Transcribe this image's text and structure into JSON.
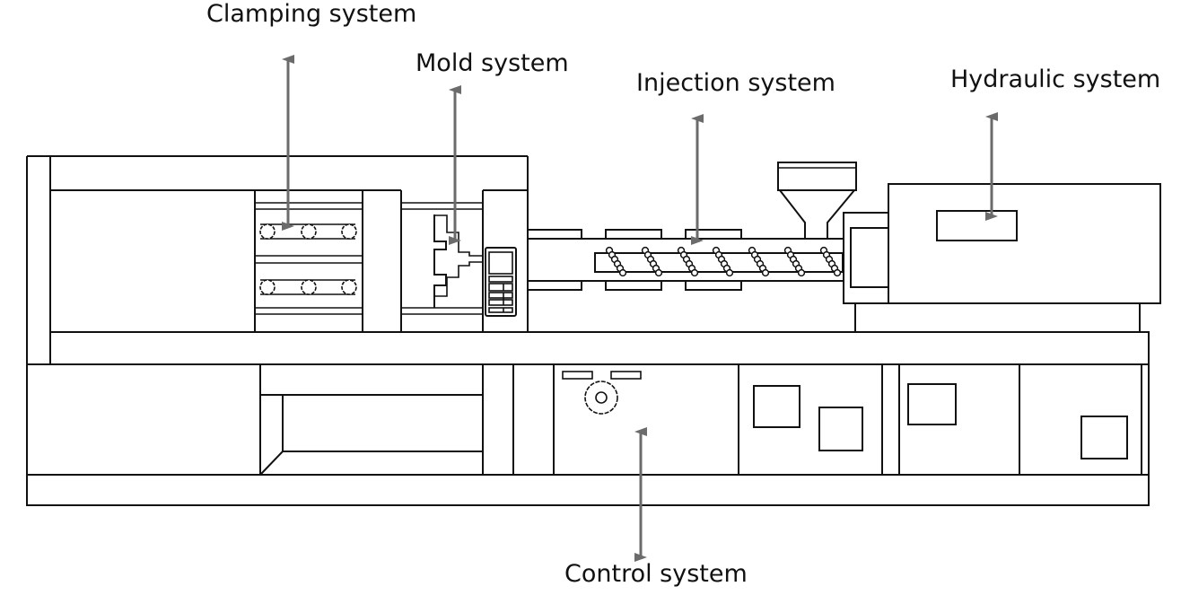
{
  "diagram": {
    "subject": "Injection molding machine",
    "labels": {
      "clamping": "Clamping system",
      "mold": "Mold system",
      "injection": "Injection system",
      "hydraulic": "Hydraulic system",
      "control": "Control system"
    },
    "colors": {
      "line": "#111111",
      "arrow": "#6b6b6b",
      "background": "#ffffff"
    }
  }
}
